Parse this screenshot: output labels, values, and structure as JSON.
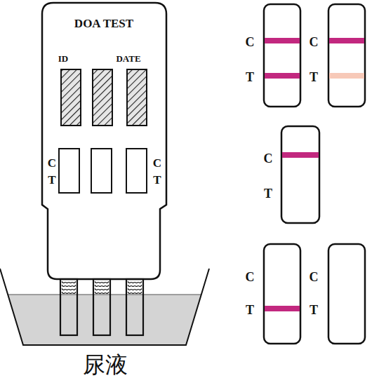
{
  "diagram": {
    "nodes": [
      {
        "text": [
          "DOA TEST",
          "ID",
          "DATE",
          "C",
          "T",
          "C",
          "T"
        ]
      }
    ],
    "labels": [
      "C",
      "T",
      "C",
      "T",
      "C",
      "T",
      "C",
      "T",
      "C",
      "T",
      "尿液"
    ]
  }
}
